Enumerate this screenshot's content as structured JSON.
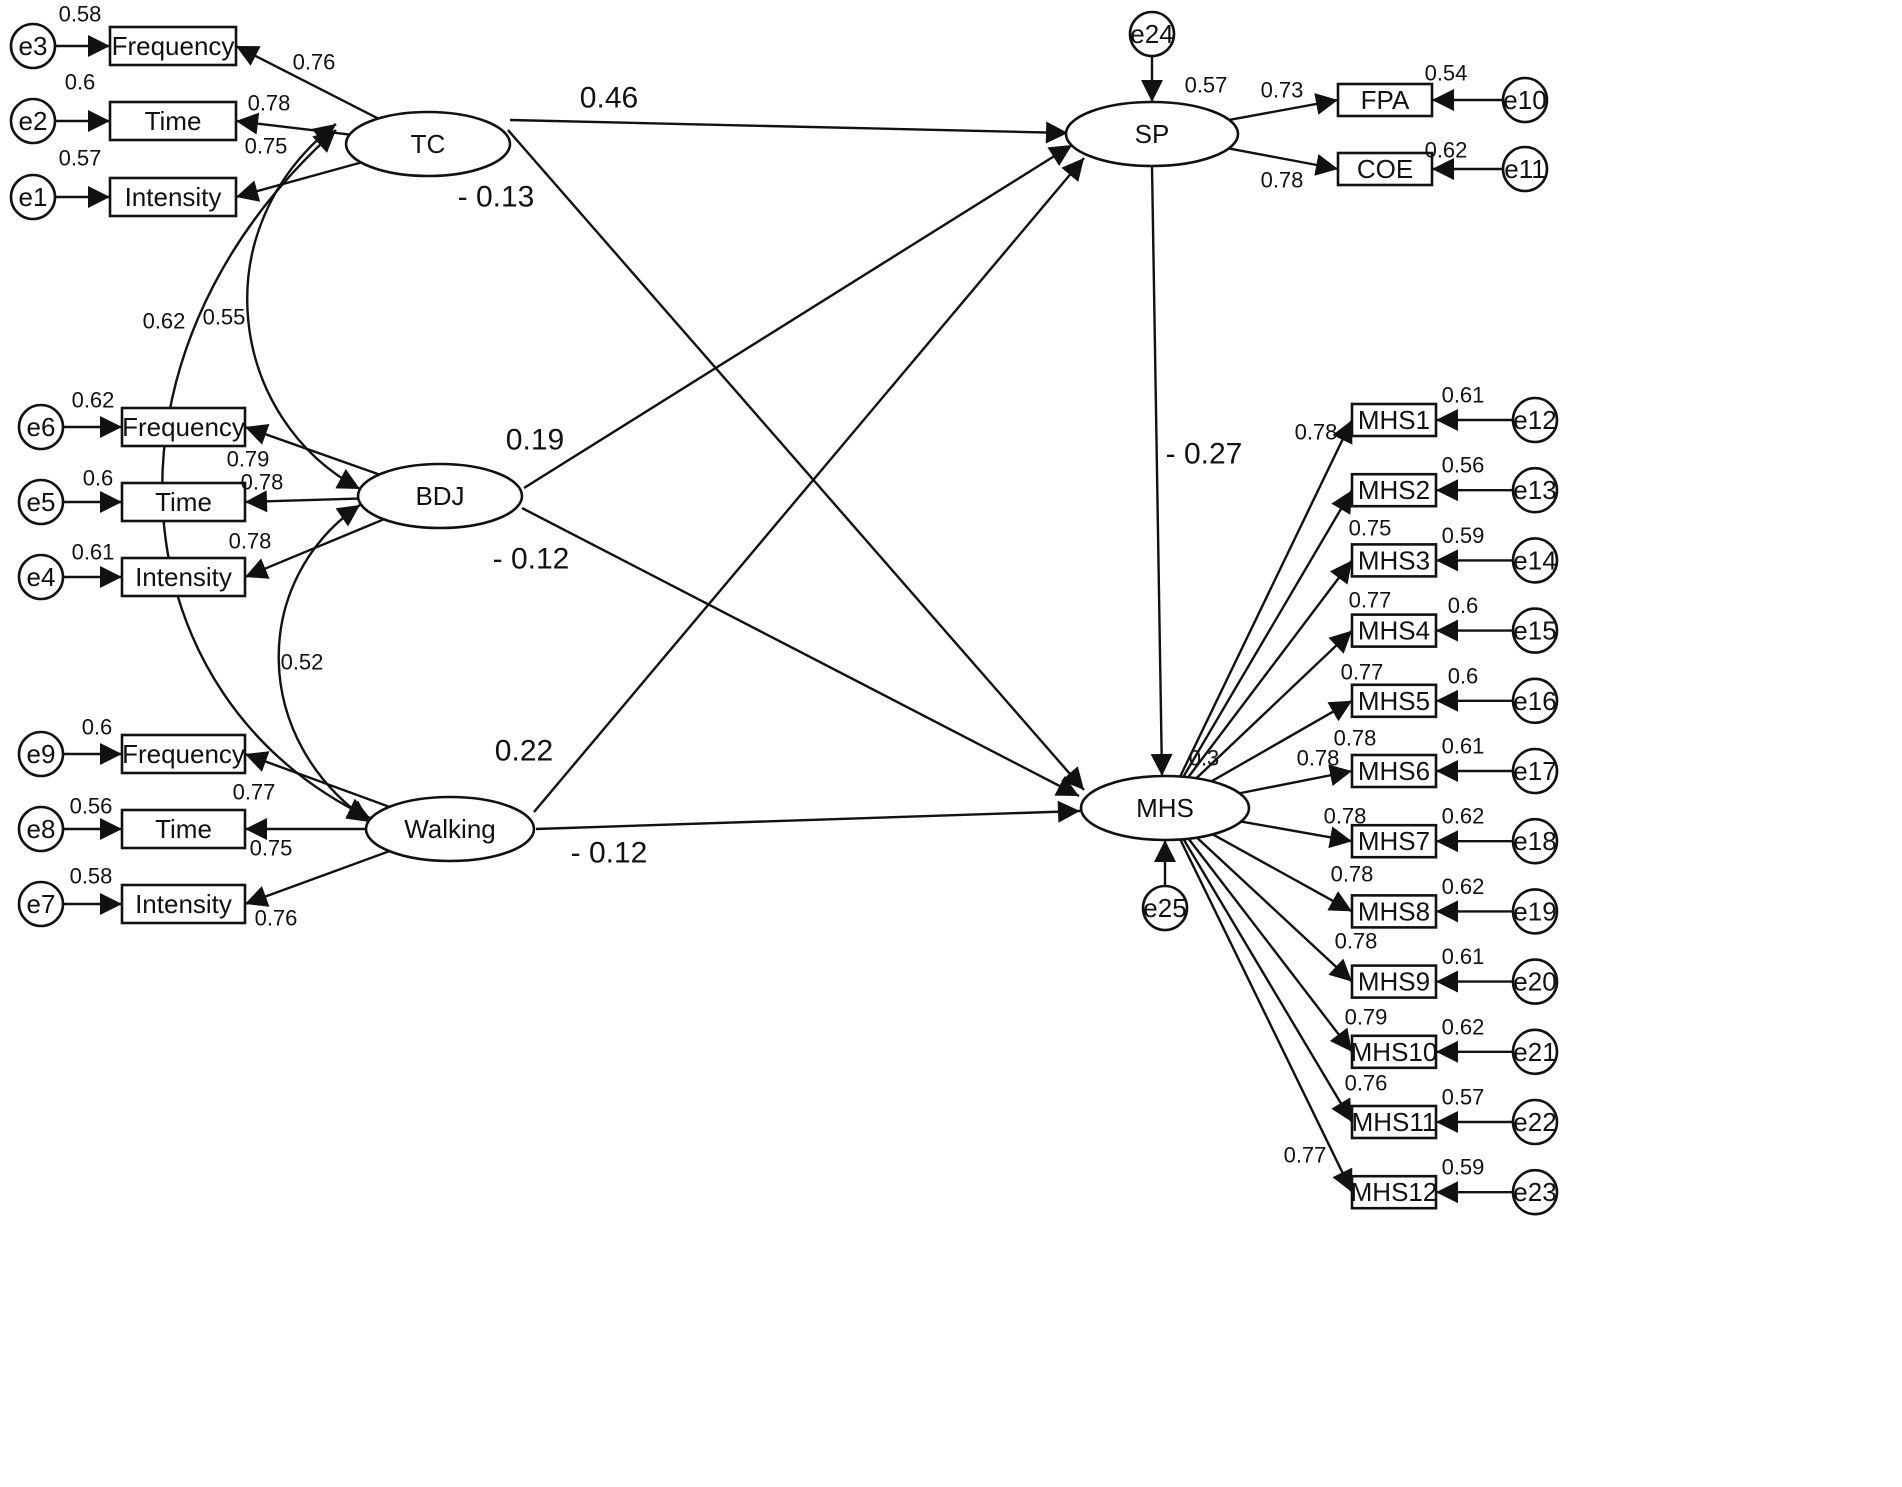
{
  "diagram": {
    "latents": [
      {
        "id": "TC",
        "label": "TC"
      },
      {
        "id": "BDJ",
        "label": "BDJ"
      },
      {
        "id": "Walking",
        "label": "Walking"
      },
      {
        "id": "SP",
        "label": "SP"
      },
      {
        "id": "MHS",
        "label": "MHS"
      }
    ],
    "indicators": [
      {
        "id": "tc_freq",
        "label": "Frequency",
        "error": "e3",
        "loading": "0.76",
        "error_label": "0.58"
      },
      {
        "id": "tc_time",
        "label": "Time",
        "error": "e2",
        "loading": "0.78",
        "error_label": "0.6"
      },
      {
        "id": "tc_int",
        "label": "Intensity",
        "error": "e1",
        "loading": "0.75",
        "error_label": "0.57"
      },
      {
        "id": "bdj_freq",
        "label": "Frequency",
        "error": "e6",
        "loading": "0.79",
        "error_label": "0.62"
      },
      {
        "id": "bdj_time",
        "label": "Time",
        "error": "e5",
        "loading": "0.78",
        "error_label": "0.6"
      },
      {
        "id": "bdj_int",
        "label": "Intensity",
        "error": "e4",
        "loading": "0.78",
        "error_label": "0.61"
      },
      {
        "id": "wk_freq",
        "label": "Frequency",
        "error": "e9",
        "loading": "0.77",
        "error_label": "0.6"
      },
      {
        "id": "wk_time",
        "label": "Time",
        "error": "e8",
        "loading": "0.75",
        "error_label": "0.56"
      },
      {
        "id": "wk_int",
        "label": "Intensity",
        "error": "e7",
        "loading": "0.76",
        "error_label": "0.58"
      },
      {
        "id": "fpa",
        "label": "FPA",
        "error": "e10",
        "loading": "0.73",
        "error_label": "0.54"
      },
      {
        "id": "coe",
        "label": "COE",
        "error": "e11",
        "loading": "0.78",
        "error_label": "0.62"
      },
      {
        "id": "mhs1",
        "label": "MHS1",
        "error": "e12",
        "loading": "0.78",
        "error_label": "0.61"
      },
      {
        "id": "mhs2",
        "label": "MHS2",
        "error": "e13",
        "loading": "0.75",
        "error_label": "0.56"
      },
      {
        "id": "mhs3",
        "label": "MHS3",
        "error": "e14",
        "loading": "0.77",
        "error_label": "0.59"
      },
      {
        "id": "mhs4",
        "label": "MHS4",
        "error": "e15",
        "loading": "0.77",
        "error_label": "0.6"
      },
      {
        "id": "mhs5",
        "label": "MHS5",
        "error": "e16",
        "loading": "0.78",
        "error_label": "0.6"
      },
      {
        "id": "mhs6",
        "label": "MHS6",
        "error": "e17",
        "loading": "0.78",
        "error_label": "0.61"
      },
      {
        "id": "mhs7",
        "label": "MHS7",
        "error": "e18",
        "loading": "0.78",
        "error_label": "0.62"
      },
      {
        "id": "mhs8",
        "label": "MHS8",
        "error": "e19",
        "loading": "0.78",
        "error_label": "0.62"
      },
      {
        "id": "mhs9",
        "label": "MHS9",
        "error": "e20",
        "loading": "0.78",
        "error_label": "0.61"
      },
      {
        "id": "mhs10",
        "label": "MHS10",
        "error": "e21",
        "loading": "0.79",
        "error_label": "0.62"
      },
      {
        "id": "mhs11",
        "label": "MHS11",
        "error": "e22",
        "loading": "0.76",
        "error_label": "0.57"
      },
      {
        "id": "mhs12",
        "label": "MHS12",
        "error": "e23",
        "loading": "0.77",
        "error_label": "0.59"
      }
    ],
    "disturbances": [
      {
        "id": "e24",
        "label": "e24",
        "target": "SP",
        "r2": "0.57"
      },
      {
        "id": "e25",
        "label": "e25",
        "target": "MHS",
        "r2": "0.3"
      }
    ],
    "paths": [
      {
        "from": "TC",
        "to": "SP",
        "label": "0.46"
      },
      {
        "from": "TC",
        "to": "MHS",
        "label": "- 0.13"
      },
      {
        "from": "BDJ",
        "to": "SP",
        "label": "0.19"
      },
      {
        "from": "BDJ",
        "to": "MHS",
        "label": "- 0.12"
      },
      {
        "from": "Walking",
        "to": "SP",
        "label": "0.22"
      },
      {
        "from": "Walking",
        "to": "MHS",
        "label": "- 0.12"
      },
      {
        "from": "SP",
        "to": "MHS",
        "label": "- 0.27"
      }
    ],
    "covariances": [
      {
        "a": "TC",
        "b": "BDJ",
        "label": "0.55"
      },
      {
        "a": "TC",
        "b": "Walking",
        "label": "0.62"
      },
      {
        "a": "BDJ",
        "b": "Walking",
        "label": "0.52"
      }
    ]
  }
}
